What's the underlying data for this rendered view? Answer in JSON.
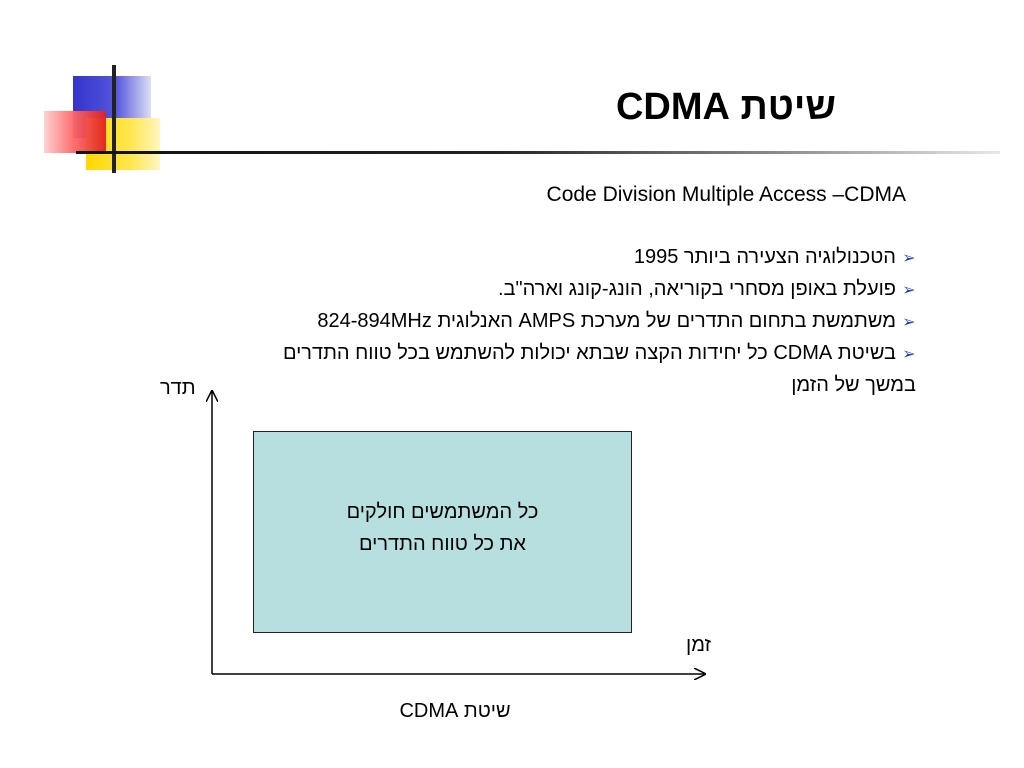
{
  "title": "שיטת CDMA",
  "subtitle": "Code Division Multiple Access –CDMA",
  "bullets": [
    {
      "text": "הטכנולוגיה הצעירה ביותר 1995"
    },
    {
      "text": "פועלת באופן מסחרי בקוריאה, הונג-קונג וארה\"ב."
    },
    {
      "text": "משתמשת בתחום התדרים של מערכת AMPS האנלוגית 824-894MHz"
    },
    {
      "text": "בשיטת CDMA כל יחידות הקצה שבתא יכולות להשתמש בכל טווח התדרים",
      "continuation": "במשך של הזמן"
    }
  ],
  "bullet_icon": "arrowhead-bullet-icon",
  "bullet_color": "#2a3fd8",
  "diagram": {
    "y_axis_label": "תדר",
    "x_axis_label": "זמן",
    "box_text_line1": "כל המשתמשים חולקים",
    "box_text_line2": "את כל טווח התדרים",
    "box_color": "#b8dfe0",
    "caption": "שיטת CDMA"
  }
}
